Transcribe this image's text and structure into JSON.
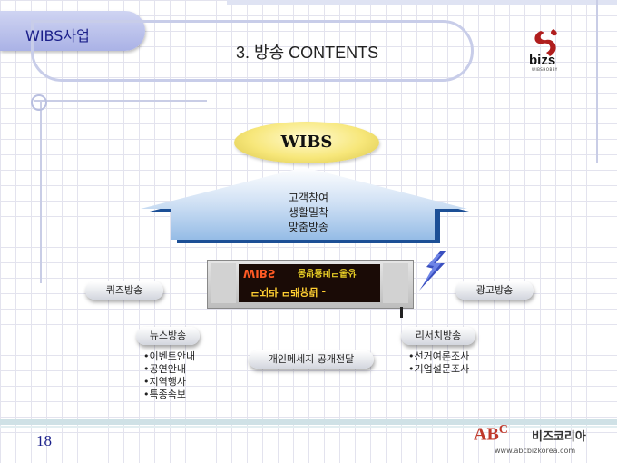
{
  "header": {
    "brand": "WIBS사업",
    "title": "3. 방송 CONTENTS",
    "logo_text": "bizs",
    "logo_subtext": "WIBSHOBBY"
  },
  "diagram": {
    "top_label": "WIBS",
    "arrow_lines": [
      "고객참여",
      "생활밀착",
      "맞춤방송"
    ],
    "display": {
      "line1_a": "WIBS",
      "line1_b": "움방율비ᄃ통상",
      "line2": "ᄃ지라 ᄆ래유림 -"
    },
    "nodes": {
      "quiz": "퀴즈방송",
      "ad": "광고방송",
      "news": "뉴스방송",
      "message": "개인메세지 공개전달",
      "research": "리서치방송"
    },
    "news_items": [
      "•이벤트안내",
      "•공연안내",
      "•지역행사",
      "•특종속보"
    ],
    "research_items": [
      "•선거여론조사",
      "•기업설문조사"
    ]
  },
  "footer": {
    "page_number": "18",
    "logo_letters": "AB",
    "logo_c": "C",
    "brand": "비즈코리아",
    "url": "www.abcbizkorea.com"
  },
  "colors": {
    "accent": "#1b1f8a",
    "wibs_yellow": "#f7e77a",
    "arrow_blue": "#a9c8ec",
    "footer_red": "#c0392b"
  }
}
